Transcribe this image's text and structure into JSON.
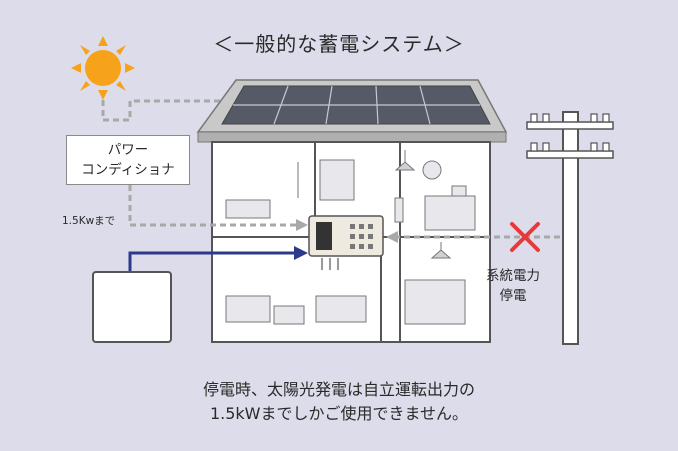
{
  "title": "＜一般的な蓄電システム＞",
  "power_conditioner": {
    "line1": "パワー",
    "line2": "コンディショナ"
  },
  "limit_label": "1.5Kwまで",
  "outage_label": {
    "line1": "系統電力",
    "line2": "停電"
  },
  "caption": {
    "line1": "停電時、太陽光発電は自立運転出力の",
    "line2": "1.5kWまでしかご使用できません。"
  },
  "colors": {
    "background": "#dcdcea",
    "sun": "#f7a21b",
    "supply_arrow": "#2d3a8c",
    "outage_cross": "#e63a3a",
    "dashed_line": "#a8a8a8",
    "house_wall": "#ffffff",
    "house_outline": "#555555"
  },
  "icons": [
    "sun-icon",
    "solar-panel-icon",
    "house-icon",
    "storage-battery-icon",
    "utility-pole-icon",
    "distribution-board-icon",
    "cross-icon"
  ]
}
